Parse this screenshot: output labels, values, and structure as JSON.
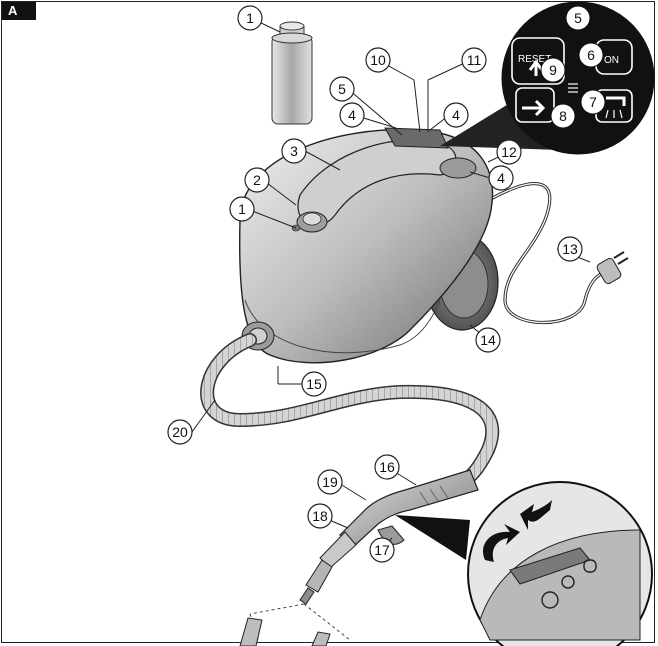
{
  "figure_tag": "A",
  "callouts": [
    "1",
    "2",
    "3",
    "4",
    "5",
    "6",
    "7",
    "8",
    "9",
    "10",
    "11",
    "12",
    "13",
    "14",
    "15",
    "16",
    "17",
    "18",
    "19",
    "20"
  ],
  "panel_labels": {
    "reset": "RESET",
    "on": "ON"
  },
  "colors": {
    "line": "#222222",
    "body_light": "#d9d9d9",
    "body_mid": "#a9a9a9",
    "body_dark": "#6f6f6f"
  }
}
